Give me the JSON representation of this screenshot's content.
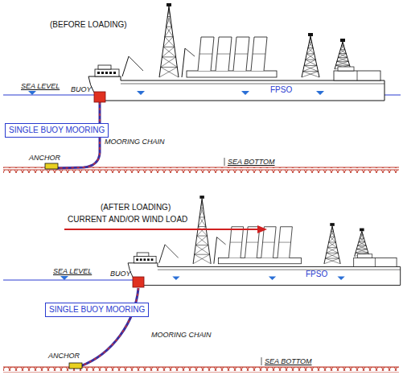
{
  "diagram": {
    "nodes": [
      {
        "text": [
          "SINGLE BUOY MOORING"
        ]
      },
      {
        "text": [
          "SINGLE BUOY MOORING"
        ]
      }
    ],
    "labels": [
      "(BEFORE LOADING)",
      "SEA LEVEL",
      "BUOY",
      "FPSO",
      "MOORING CHAIN",
      "ANCHOR",
      "SEA BOTTOM",
      "(AFTER LOADING)",
      "CURRENT AND/OR WIND LOAD",
      "SEA LEVEL",
      "BUOY",
      "FPSO",
      "MOORING CHAIN",
      "ANCHOR",
      "SEA BOTTOM"
    ]
  }
}
